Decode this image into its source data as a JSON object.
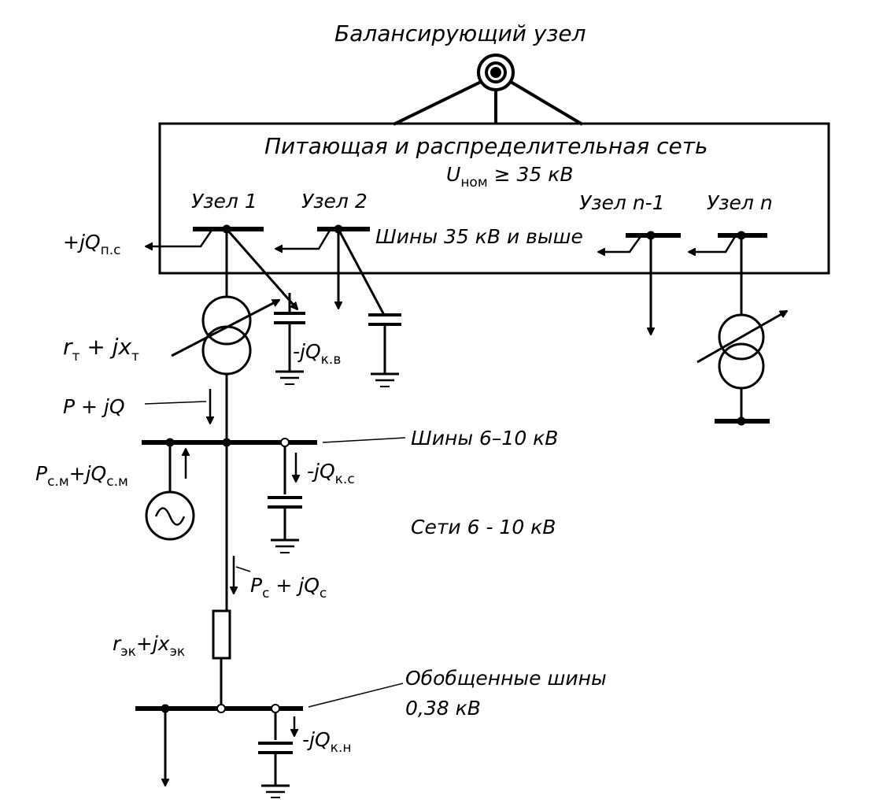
{
  "labels": {
    "balancing_node": "Балансирующий узел",
    "network_title": "Питающая и распределительная сеть",
    "unom": {
      "main": "U",
      "sub": "ном",
      "rest": " ≥ 35 кВ"
    },
    "node1": "Узел 1",
    "node2": "Узел 2",
    "node_n_minus_1": "Узел n-1",
    "node_n": "Узел n",
    "bus_35": "Шины 35 кВ и выше",
    "q_ps": {
      "main": "+jQ",
      "sub": "п.с"
    },
    "q_kv": {
      "main": "-jQ",
      "sub": "к.в"
    },
    "rt_xt": {
      "r": "r",
      "rsub": "т",
      "mid": " + jx",
      "xsub": "т"
    },
    "pq": "P + jQ",
    "bus_6_10": "Шины 6–10 кВ",
    "psm": {
      "p": "P",
      "psub": "с.м",
      "mid": "+jQ",
      "qsub": "с.м"
    },
    "q_ks": {
      "main": "-jQ",
      "sub": "к.с"
    },
    "net_6_10": "Сети  6 - 10 кВ",
    "pc": {
      "p": "P",
      "psub": "с",
      "mid": " + jQ",
      "qsub": "с"
    },
    "rek": {
      "r": "r",
      "rsub": "эк",
      "mid": "+jx",
      "xsub": "эк"
    },
    "bus_038_l1": "Обобщенные шины",
    "bus_038_l2": "0,38 кВ",
    "q_kn": {
      "main": "-jQ",
      "sub": "к.н"
    }
  }
}
